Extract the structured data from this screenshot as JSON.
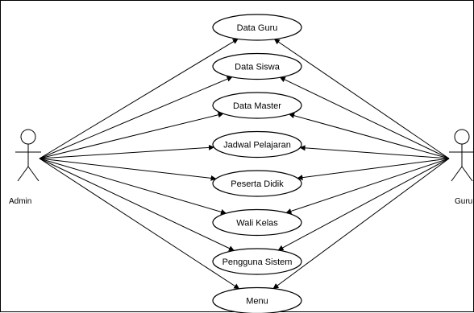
{
  "actors": [
    {
      "id": "admin",
      "label": "Admin"
    },
    {
      "id": "guru",
      "label": "Guru"
    }
  ],
  "use_cases": [
    {
      "label": "Data Guru"
    },
    {
      "label": "Data Siswa"
    },
    {
      "label": "Data Master"
    },
    {
      "label": "Jadwal Pelajaran"
    },
    {
      "label": "Peserta Didik"
    },
    {
      "label": "Wali Kelas"
    },
    {
      "label": "Pengguna Sistem"
    },
    {
      "label": "Menu"
    }
  ],
  "associations": [
    {
      "from": "admin",
      "to": "Data Guru"
    },
    {
      "from": "admin",
      "to": "Data Siswa"
    },
    {
      "from": "admin",
      "to": "Data Master"
    },
    {
      "from": "admin",
      "to": "Jadwal Pelajaran"
    },
    {
      "from": "admin",
      "to": "Peserta Didik"
    },
    {
      "from": "admin",
      "to": "Wali Kelas"
    },
    {
      "from": "admin",
      "to": "Pengguna Sistem"
    },
    {
      "from": "admin",
      "to": "Menu"
    },
    {
      "from": "guru",
      "to": "Data Guru"
    },
    {
      "from": "guru",
      "to": "Data Siswa"
    },
    {
      "from": "guru",
      "to": "Data Master"
    },
    {
      "from": "guru",
      "to": "Jadwal Pelajaran"
    },
    {
      "from": "guru",
      "to": "Peserta Didik"
    },
    {
      "from": "guru",
      "to": "Wali Kelas"
    },
    {
      "from": "guru",
      "to": "Pengguna Sistem"
    },
    {
      "from": "guru",
      "to": "Menu"
    }
  ],
  "colors": {
    "line": "#000000",
    "background": "#ffffff"
  }
}
